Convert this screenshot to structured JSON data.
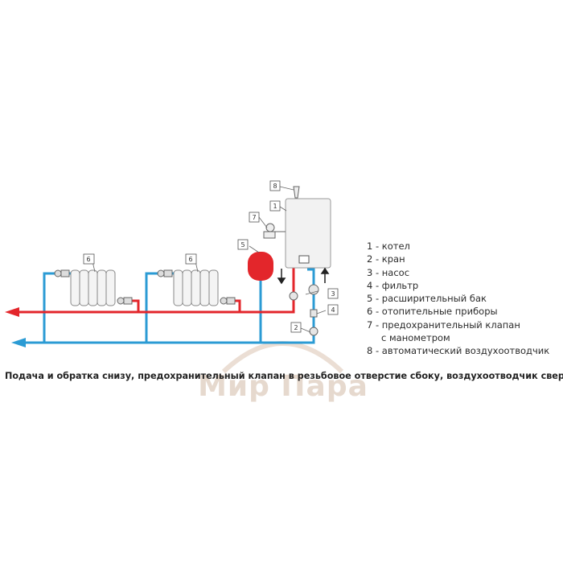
{
  "colors": {
    "supply": "#e3262b",
    "return": "#2b9bd4",
    "boiler_body": "#f2f2f2",
    "tank": "#e3262b",
    "outline": "#777777"
  },
  "callouts": {
    "n1": "1",
    "n2": "2",
    "n3": "3",
    "n4": "4",
    "n5": "5",
    "n6a": "6",
    "n6b": "6",
    "n7": "7",
    "n8": "8"
  },
  "legend": {
    "items": [
      "1 - котел",
      "2 - кран",
      "3 - насос",
      "4 - фильтр",
      "5 - расширительный бак",
      "6 - отопительные приборы",
      "7 - предохранительный клапан"
    ],
    "item7_cont": "с манометром",
    "item8": "8 - автоматический воздухоотводчик"
  },
  "caption": "Подача и обратка снизу, предохранительный клапан в резьбовое отверстие сбоку, воздухоотводчик сверху.",
  "watermark": "Мир Пара"
}
